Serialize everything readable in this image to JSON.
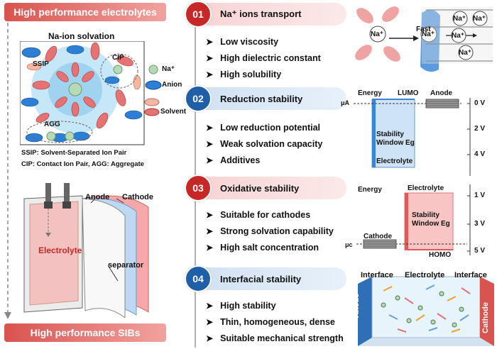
{
  "left": {
    "top_banner": "High performance electrolytes",
    "bottom_banner": "High performance SIBs",
    "solvation_title": "Na-ion solvation",
    "legend": {
      "na": "Na⁺",
      "anion": "Anion",
      "solvent": "Solvent"
    },
    "cluster_labels": {
      "ssip": "SSIP",
      "cip": "CIP",
      "agg": "AGG"
    },
    "note1": "SSIP: Solvent-Separated Ion Pair",
    "note2": "CIP: Contact Ion Pair, AGG: Aggregate",
    "battery": {
      "anode": "Anode",
      "cathode": "Cathode",
      "electrolyte": "Electrolyte",
      "separator": "separator"
    }
  },
  "sections": [
    {
      "num": "01",
      "title": "Na⁺ ions transport",
      "color": "#c62828",
      "bg": "#f7d2d2",
      "bullets": [
        "Low viscosity",
        "High dielectric constant",
        "High solubility"
      ]
    },
    {
      "num": "02",
      "title": "Reduction stability",
      "color": "#1f5fa8",
      "bg": "#cfe0f2",
      "bullets": [
        "Low reduction potential",
        "Weak solvation capacity",
        "Additives"
      ]
    },
    {
      "num": "03",
      "title": "Oxidative stability",
      "color": "#c62828",
      "bg": "#f7d2d2",
      "bullets": [
        "Suitable for cathodes",
        "Strong solvation capability",
        "High salt concentration"
      ]
    },
    {
      "num": "04",
      "title": "Interfacial stability",
      "color": "#1f5fa8",
      "bg": "#cfe0f2",
      "bullets": [
        "High stability",
        "Thin, homogeneous, dense",
        "Suitable mechanical strength"
      ]
    }
  ],
  "transport": {
    "na": "Na⁺",
    "fast": "Fast"
  },
  "reduction": {
    "energy": "Energy",
    "lumo": "LUMO",
    "anode": "Anode",
    "mu": "μA",
    "window": "Stability",
    "window2": "Window Eg",
    "electrolyte": "Electrolyte",
    "ticks": [
      "0 V",
      "2 V",
      "4 V"
    ]
  },
  "oxidation": {
    "energy": "Energy",
    "electrolyte": "Electrolyte",
    "cathode": "Cathode",
    "mu": "μc",
    "window": "Stability",
    "window2": "Window Eg",
    "homo": "HOMO",
    "ticks": [
      "1 V",
      "3 V",
      "5 V"
    ]
  },
  "interface": {
    "left": "Interface",
    "middle": "Electrolyte",
    "right": "Interface",
    "anode": "Anode",
    "cathode": "Cathode"
  },
  "colors": {
    "red": "#c62828",
    "blue": "#1f5fa8",
    "pink": "#f4b6b6",
    "lightblue": "#9cc8ef"
  }
}
